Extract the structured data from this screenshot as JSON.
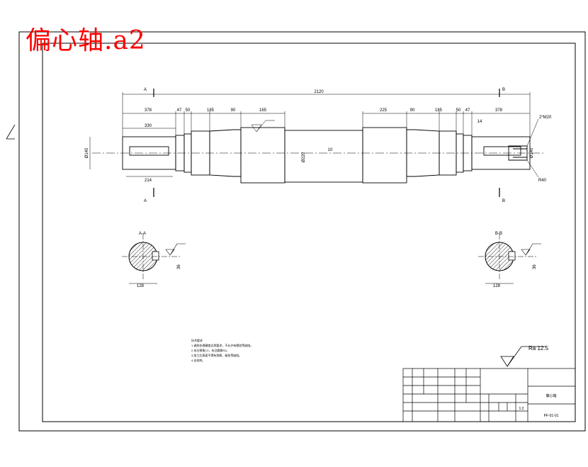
{
  "document": {
    "filename_title": "偏心轴.a2",
    "title_color": "#ff0000",
    "line_color": "#000000",
    "background": "#ffffff"
  },
  "dimensions": {
    "overall_length": "2120",
    "left_top": [
      "378",
      "47",
      "50",
      "185",
      "90",
      "165"
    ],
    "right_top": [
      "225",
      "90",
      "185",
      "50",
      "47",
      "378"
    ],
    "left_inner": "330",
    "left_bottom": "214",
    "right_small": "14",
    "left_shaft_dia": "Ø140",
    "right_shaft_dia": "Ø140",
    "center_dia": "Ø220",
    "center_label": "10",
    "right_note_top": "2*M20",
    "right_note_bottom": "R40"
  },
  "section_markers": {
    "left_top": "A",
    "right_top": "B",
    "left_bottom": "A",
    "right_bottom": "B"
  },
  "sections": {
    "left_label": "A-A",
    "right_label": "B-B",
    "left_width": "128",
    "right_width": "128",
    "left_height": "36",
    "right_height": "36"
  },
  "roughness": {
    "value": "Ra 12.5"
  },
  "notes": {
    "heading": "技术要求",
    "lines": [
      "1.调质处理硬度达到要求，不允许有裂纹等缺陷。",
      "2.未注倒角C2，未注圆角R2。",
      "3.加工后表面不得有划痕、碰伤等缺陷。",
      "4.去毛刺。"
    ]
  },
  "title_block": {
    "part_name": "偏心轴",
    "drawing_no": "PF-01-01",
    "scale": "1:2"
  }
}
